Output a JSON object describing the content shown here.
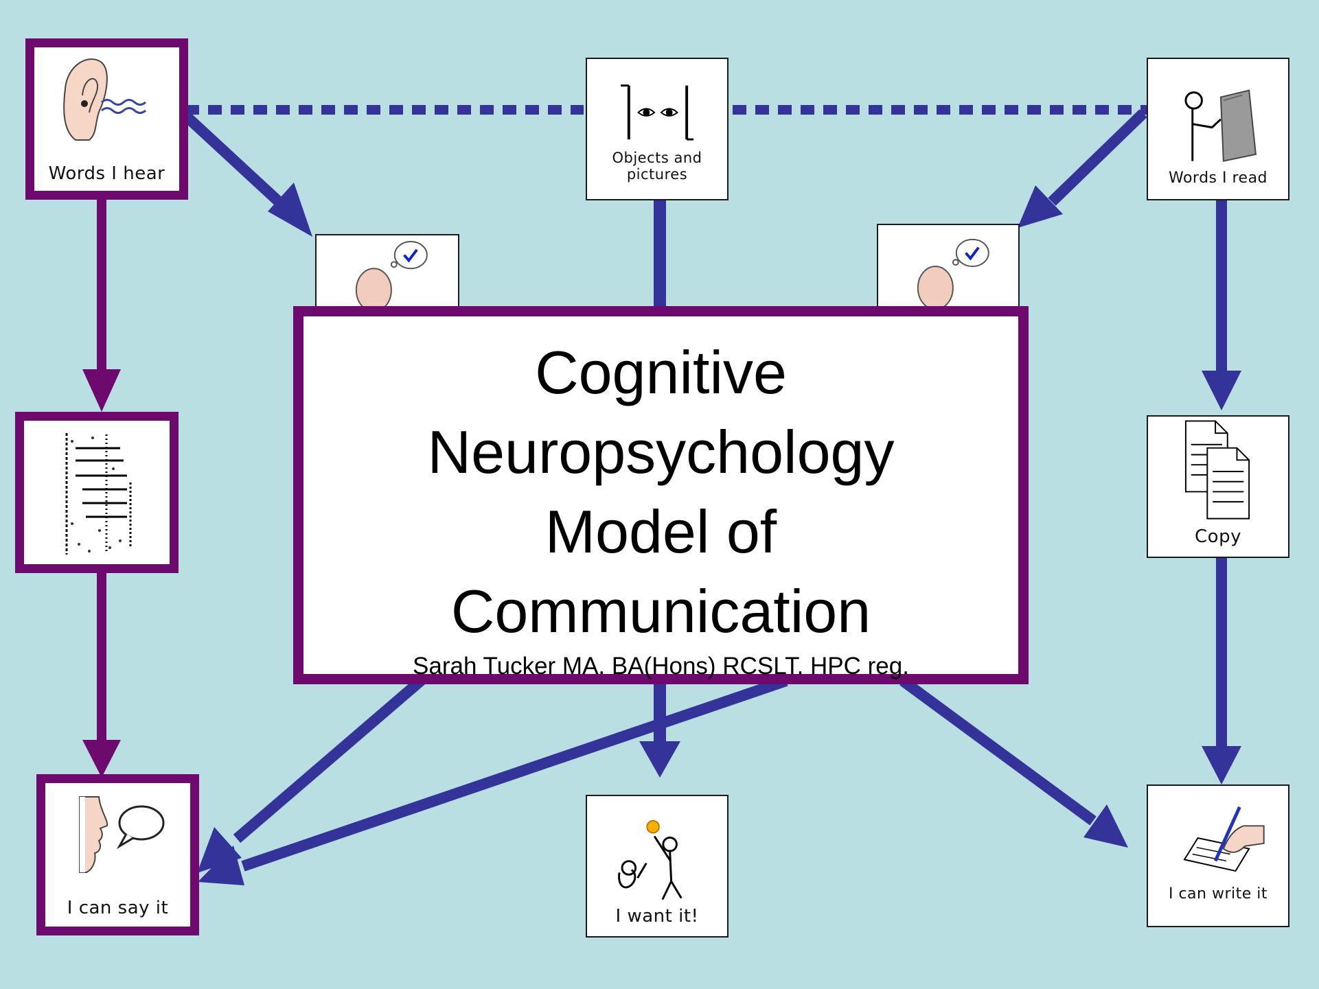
{
  "title": {
    "lines": [
      "Cognitive",
      "Neuropsychology",
      "Model of",
      "Communication"
    ],
    "author": "Sarah Tucker MA. BA(Hons) RCSLT. HPC reg."
  },
  "cards": {
    "words_hear": "Words I hear",
    "objects": "Objects and pictures",
    "words_read": "Words I read",
    "copy": "Copy",
    "say_it": "I can say it",
    "want_it": "I want it!",
    "write_it": "I can write it"
  },
  "icons": {
    "words_hear": "ear-icon",
    "objects": "eyes-icon",
    "words_read": "reading-person-icon",
    "think_left": "thinking-head-icon",
    "think_right": "thinking-head-icon",
    "sound_store": "sound-pattern-icon",
    "copy": "documents-icon",
    "say_it": "speaking-face-icon",
    "want_it": "wanting-people-icon",
    "write_it": "writing-hand-icon"
  },
  "colors": {
    "background": "#badfe3",
    "blue_arrow": "#333399",
    "purple": "#6e0a6e",
    "card": "#ffffff"
  }
}
